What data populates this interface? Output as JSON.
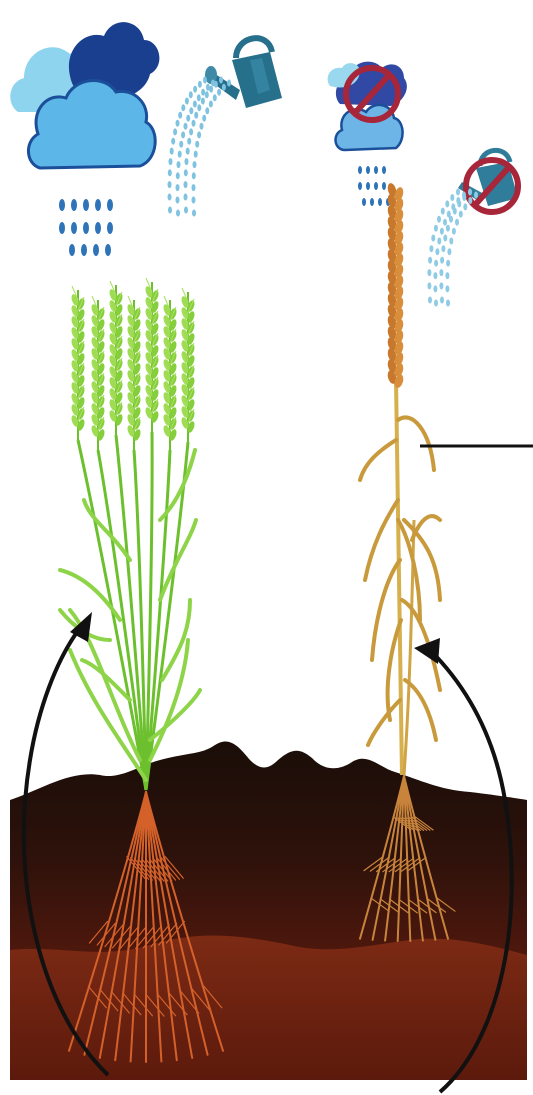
{
  "diagram": {
    "left_panel": {
      "state": "well-watered",
      "icons": [
        "rain-cloud-icon",
        "watering-can-icon"
      ],
      "plant": "green-wheat-plant",
      "roots": "deep-root-system"
    },
    "right_panel": {
      "state": "drought",
      "icons": [
        "crossed-out-rain-cloud-icon",
        "crossed-out-watering-can-icon"
      ],
      "plant": "dry-wheat-plant",
      "roots": "shallow-root-system"
    },
    "colors": {
      "cloud_light": "#62b8e6",
      "cloud_dark": "#1b3f8f",
      "cloud_pale": "#8fd4ef",
      "rain": "#2f74b8",
      "watering_can": "#26708c",
      "spray": "#7fc3e0",
      "prohibit": "#a8263a",
      "green_plant": "#7fd03a",
      "dry_plant": "#c99a3c",
      "soil_top": "#1c0e0a",
      "soil_bottom": "#7a2412",
      "root_green": "#d4612a",
      "root_dry": "#c9843c",
      "arrow": "#111111"
    }
  }
}
